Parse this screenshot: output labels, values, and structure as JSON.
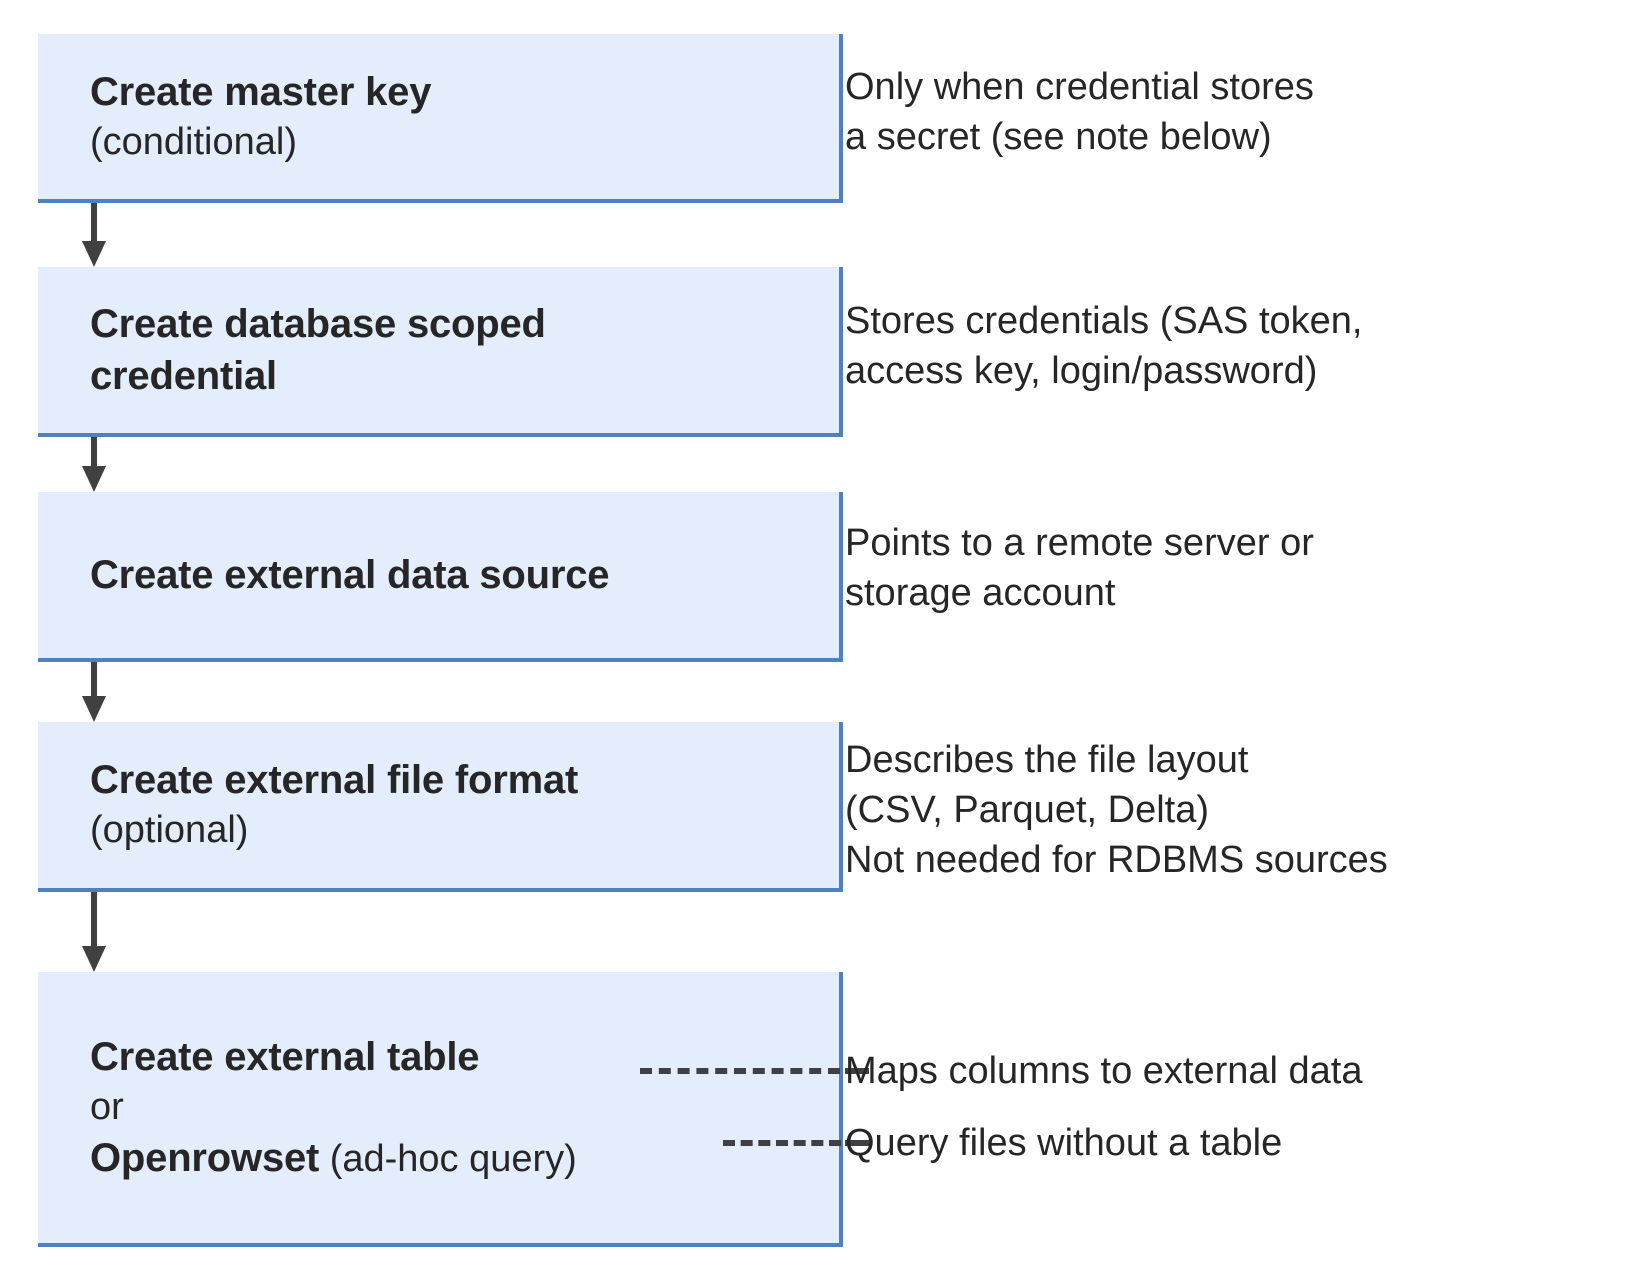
{
  "diagram": {
    "title": "External data access setup flow",
    "colors": {
      "box_fill": "#e3edfb",
      "box_border": "#4f81bd",
      "text": "#262626",
      "arrow": "#404040",
      "dash": "#3f3f46"
    },
    "steps": [
      {
        "id": "master-key",
        "title": "Create master key",
        "subtitle": "(conditional)",
        "note": "Only when credential stores\na secret (see note below)"
      },
      {
        "id": "scoped-credential",
        "title": "Create database scoped\ncredential",
        "subtitle": "",
        "note": "Stores credentials (SAS token,\naccess key, login/password)"
      },
      {
        "id": "data-source",
        "title": "Create external data source",
        "subtitle": "",
        "note": "Points to a remote server or\nstorage account"
      },
      {
        "id": "file-format",
        "title": "Create external file format",
        "subtitle": "(optional)",
        "note": "Describes the file layout\n(CSV, Parquet, Delta)\nNot needed for RDBMS sources"
      },
      {
        "id": "external-table",
        "title": "Create external table",
        "separator": "or",
        "alt_title": "Openrowset",
        "alt_suffix": " (ad-hoc query)",
        "note_table": "Maps columns to external data",
        "note_openrowset": "Query files without a table"
      }
    ]
  }
}
